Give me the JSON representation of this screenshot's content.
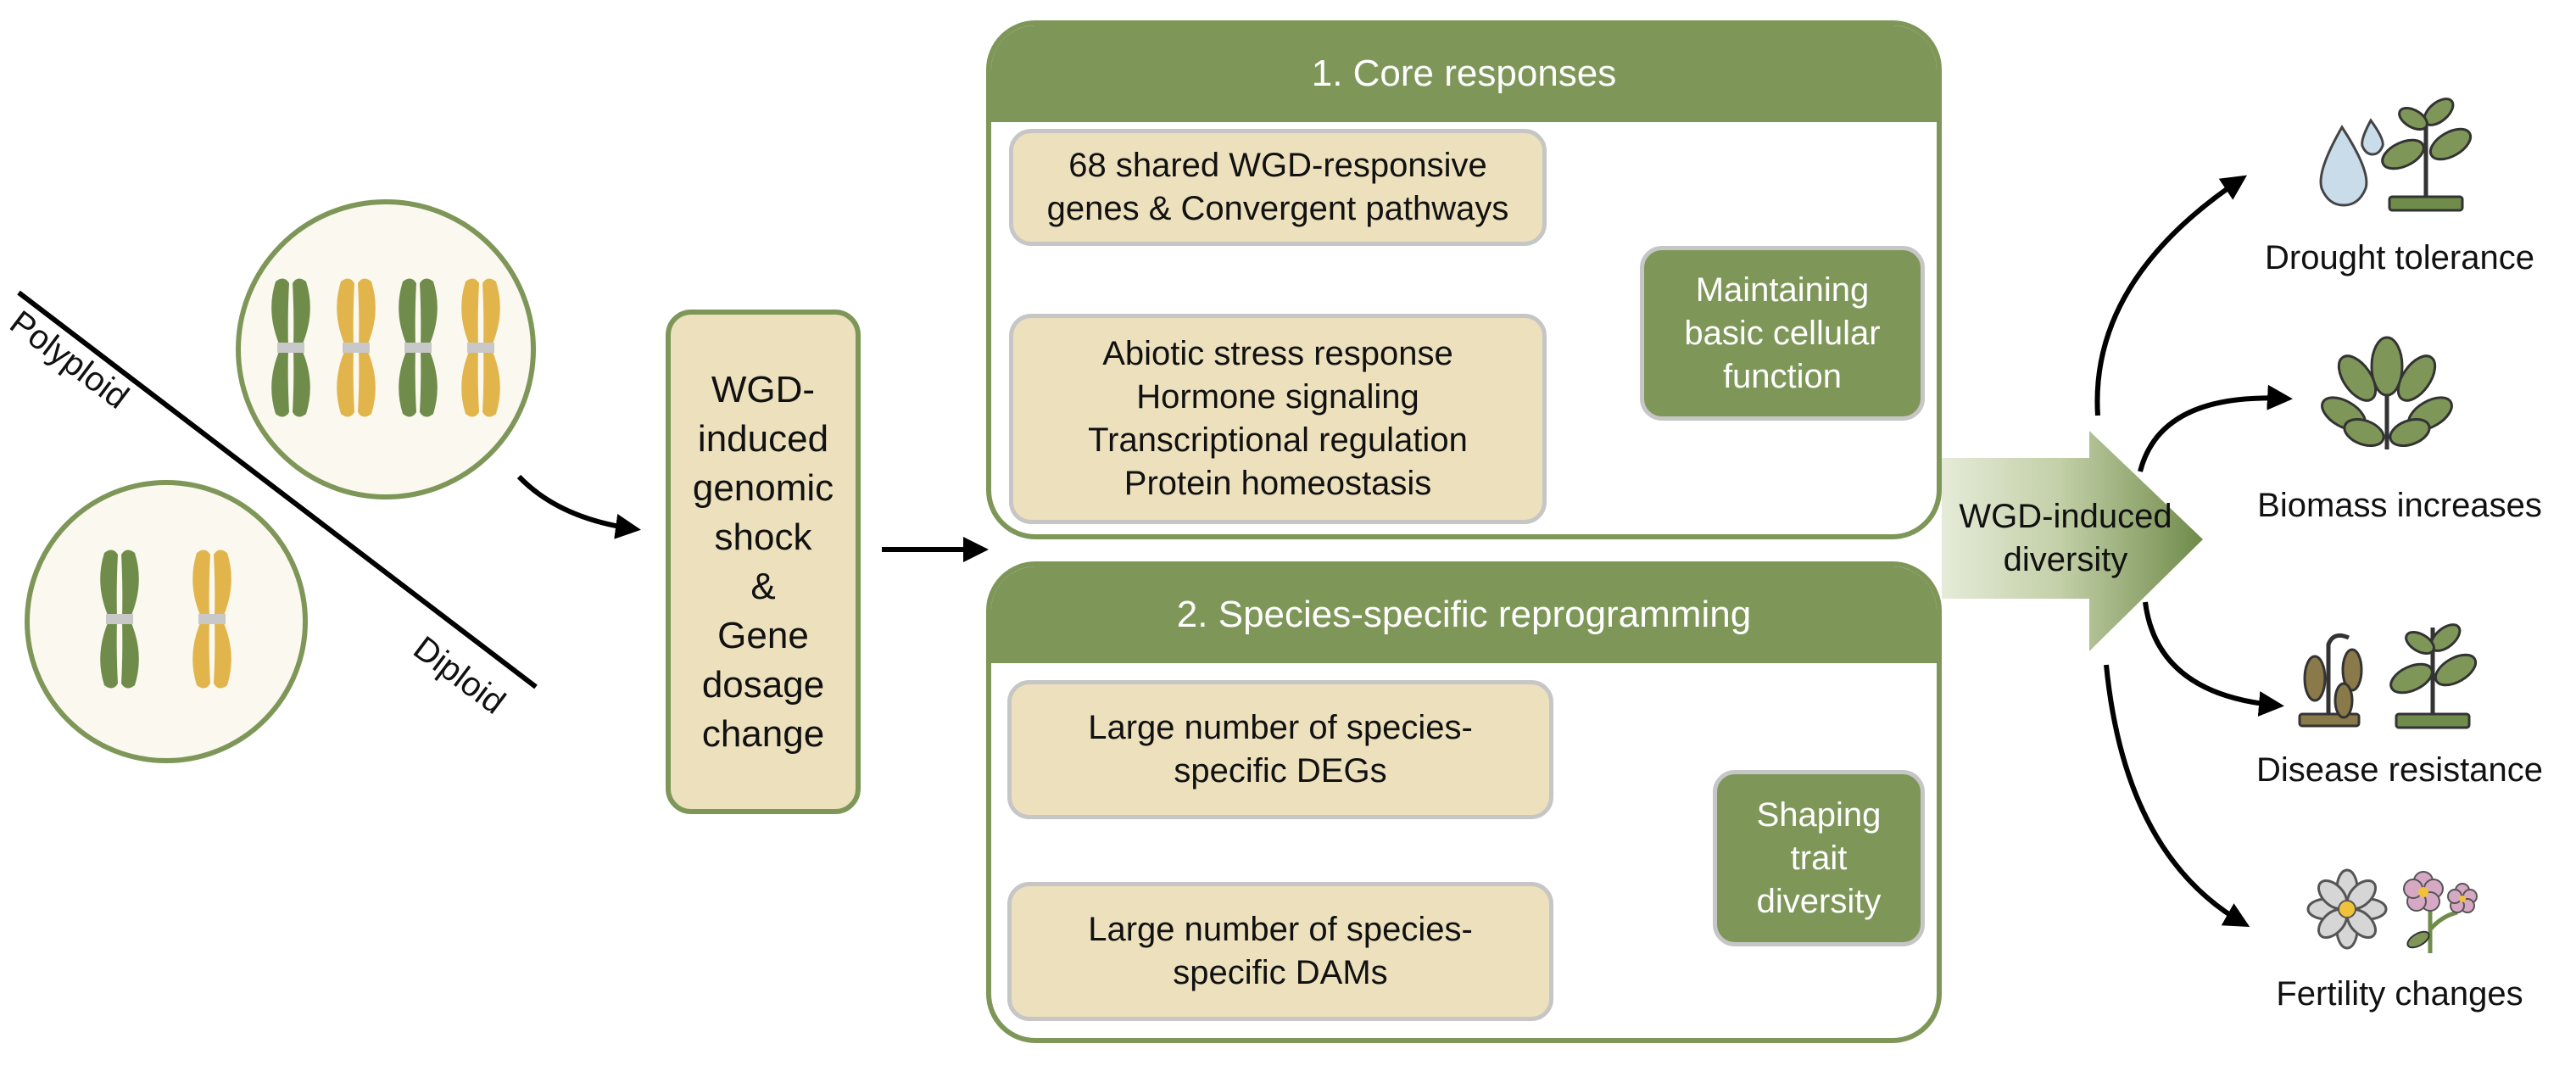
{
  "ploidy": {
    "polyploid_label": "Polyploid",
    "diploid_label": "Diploid"
  },
  "shock_box": {
    "line1": "WGD-",
    "line2": "induced",
    "line3": "genomic",
    "line4": "shock",
    "line5": "&",
    "line6": "Gene",
    "line7": "dosage",
    "line8": "change"
  },
  "core": {
    "title": "1. Core responses",
    "shared_line1": "68 shared WGD-responsive",
    "shared_line2": "genes & Convergent pathways",
    "pathways": [
      "Abiotic stress response",
      "Hormone signaling",
      "Transcriptional regulation",
      "Protein homeostasis"
    ],
    "result_line1": "Maintaining",
    "result_line2": "basic cellular",
    "result_line3": "function"
  },
  "specific": {
    "title": "2. Species-specific reprogramming",
    "degs_line1": "Large number of species-",
    "degs_line2": "specific DEGs",
    "dams_line1": "Large number of species-",
    "dams_line2": "specific DAMs",
    "result_line1": "Shaping",
    "result_line2": "trait",
    "result_line3": "diversity"
  },
  "diversity": {
    "line1": "WGD-induced",
    "line2": "diversity"
  },
  "outcomes": [
    "Drought tolerance",
    "Biomass increases",
    "Disease resistance",
    "Fertility changes"
  ],
  "colors": {
    "green": "#7e9759",
    "cream": "#ece0bd",
    "gold": "#e2b54c",
    "border_gray": "#c6c6c6"
  },
  "icons": [
    "chromosome-icon",
    "water-drop-icon",
    "seedling-icon",
    "bushy-plant-icon",
    "wilted-plant-icon",
    "flower-icon"
  ]
}
